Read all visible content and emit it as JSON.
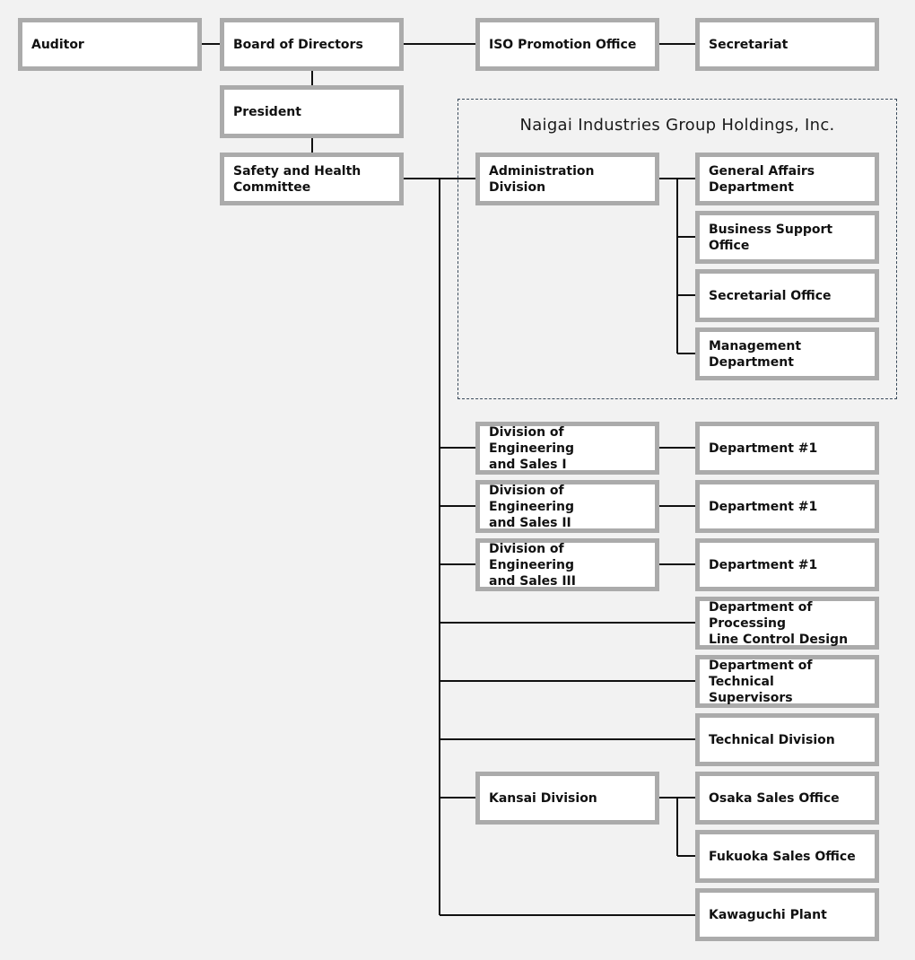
{
  "chart": {
    "group_title": "Naigai Industries Group Holdings, Inc.",
    "top_row": {
      "auditor": "Auditor",
      "board": "Board of Directors",
      "iso_office": "ISO Promotion Office",
      "secretariat": "Secretariat"
    },
    "president": "President",
    "safety_committee": "Safety and Health\nCommittee",
    "admin_division": {
      "label": "Administration Division",
      "children": [
        "General Affairs\nDepartment",
        "Business Support Office",
        "Secretarial Office",
        "Management Department"
      ]
    },
    "engineering": [
      {
        "label": "Division of Engineering\nand  Sales I",
        "child": "Department #1"
      },
      {
        "label": "Division of Engineering\nand  Sales  II",
        "child": "Department #1"
      },
      {
        "label": "Division of Engineering\nand  Sales III",
        "child": "Department #1"
      }
    ],
    "departments": [
      "Department of Processing\nLine Control Design",
      "Department of Technical\nSupervisors",
      "Technical Division"
    ],
    "kansai": {
      "label": "Kansai Division",
      "children": [
        "Osaka Sales Office",
        "Fukuoka Sales Office"
      ]
    },
    "kawaguchi": "Kawaguchi Plant"
  }
}
